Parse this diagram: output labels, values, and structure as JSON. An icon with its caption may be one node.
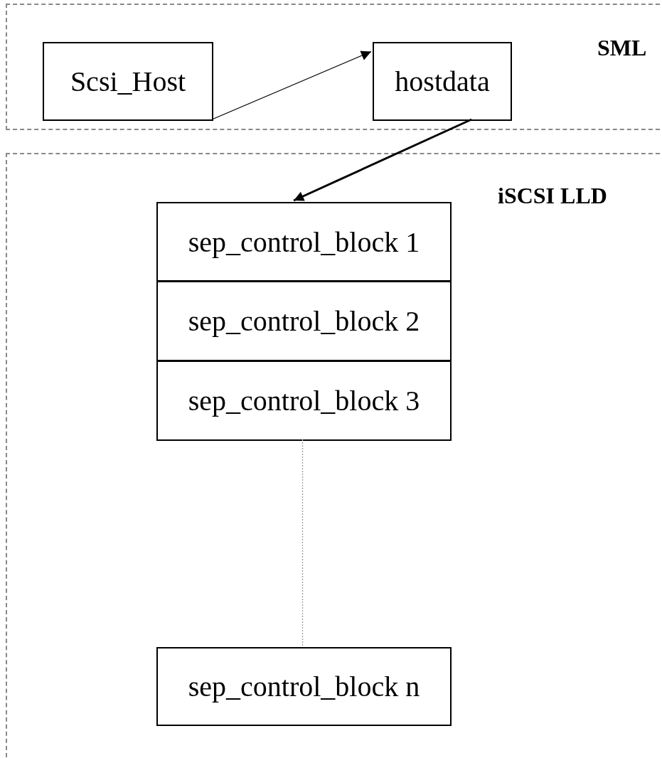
{
  "diagram": {
    "nodes": [
      {
        "text": [
          "SML"
        ]
      },
      {
        "text": [
          "Scsi_Host"
        ],
        "in": 0
      },
      {
        "text": [
          "hostdata"
        ],
        "in": 0
      },
      {
        "text": [
          "iSCSI LLD"
        ]
      },
      {
        "text": [
          "sep_control_block 1"
        ],
        "in": 3
      },
      {
        "text": [
          "sep_control_block 2"
        ],
        "in": 3
      },
      {
        "text": [
          "sep_control_block 3"
        ],
        "in": 3
      },
      {
        "text": [
          "sep_control_block n"
        ],
        "in": 3
      }
    ],
    "edges": [
      {
        "from": 1,
        "to": 2,
        "arrow": "to"
      },
      {
        "from": 2,
        "to": 4,
        "arrow": "to",
        "style": "thick"
      },
      {
        "from": 6,
        "to": 7,
        "arrow": "none",
        "style": "dashed",
        "color": "#999999"
      }
    ]
  }
}
